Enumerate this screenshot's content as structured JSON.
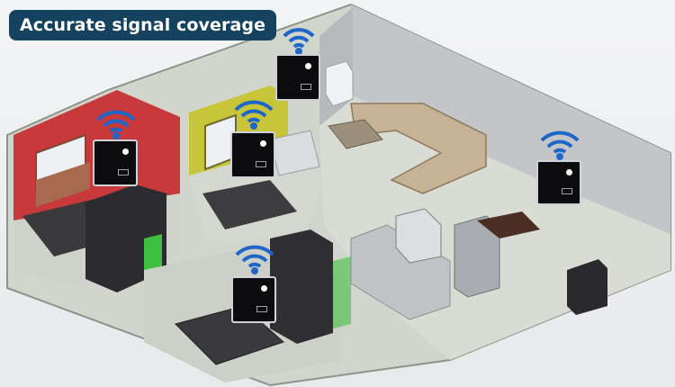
{
  "title": "Accurate signal coverage",
  "colors": {
    "badge_bg": "#15425e",
    "badge_text": "#ffffff",
    "wifi_blue": "#1f66c9",
    "panel_black": "#0c0c0e",
    "red_wall": "#c8393b",
    "yellow_wall": "#c9c53a",
    "green_partition": "#3fbf3f",
    "floor": "#d6d9cf"
  },
  "devices": [
    {
      "room": "top-hall",
      "icon": "wifi-icon"
    },
    {
      "room": "red-bedroom",
      "icon": "wifi-icon"
    },
    {
      "room": "yellow-bedroom",
      "icon": "wifi-icon"
    },
    {
      "room": "living-room",
      "icon": "wifi-icon"
    },
    {
      "room": "front-bedroom",
      "icon": "wifi-icon"
    }
  ]
}
